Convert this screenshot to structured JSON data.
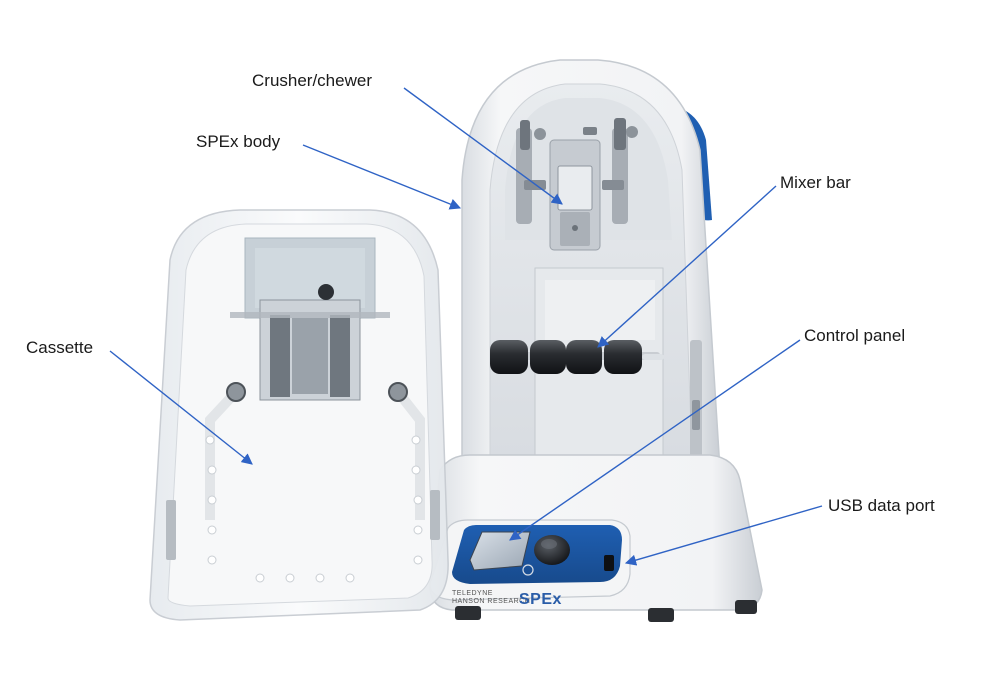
{
  "labels": {
    "crusher": "Crusher/chewer",
    "body": "SPEx body",
    "mixer": "Mixer bar",
    "cassette": "Cassette",
    "control_panel": "Control panel",
    "usb": "USB data port"
  },
  "branding": {
    "company_line1": "TELEDYNE",
    "company_line2": "HANSON RESEARCH",
    "product": "SPEx"
  },
  "colors": {
    "arrow": "#2f63c5",
    "device_body": "#eef0f2",
    "accent_blue": "#1f63b8",
    "screen": "#2a3340"
  }
}
